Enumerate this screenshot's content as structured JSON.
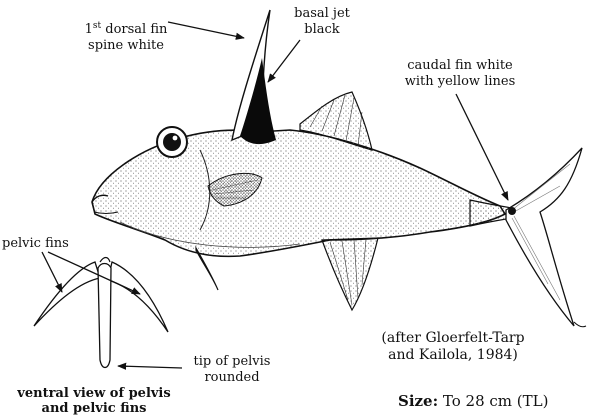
{
  "labels": {
    "dorsal_spine_line1_sup": "st",
    "dorsal_spine_line1_pre": "1",
    "dorsal_spine_line1_rest": " dorsal fin",
    "dorsal_spine_line2": "spine white",
    "basal_jet_line1": "basal jet",
    "basal_jet_line2": "black",
    "caudal_line1": "caudal fin white",
    "caudal_line2": "with yellow lines",
    "pelvic_fins": "pelvic fins",
    "citation_line1": "(after Gloerfelt-Tarp",
    "citation_line2": "and Kailola, 1984)",
    "pelvis_tip_line1": "tip of pelvis",
    "pelvis_tip_line2": "rounded",
    "ventral_line1": "ventral view of pelvis",
    "ventral_line2": "and pelvic fins",
    "size_label": "Size:",
    "size_value": " To 28 cm (TL)"
  },
  "colors": {
    "ink": "#111111",
    "background": "#ffffff",
    "basal_jet": "#0a0a0a"
  }
}
